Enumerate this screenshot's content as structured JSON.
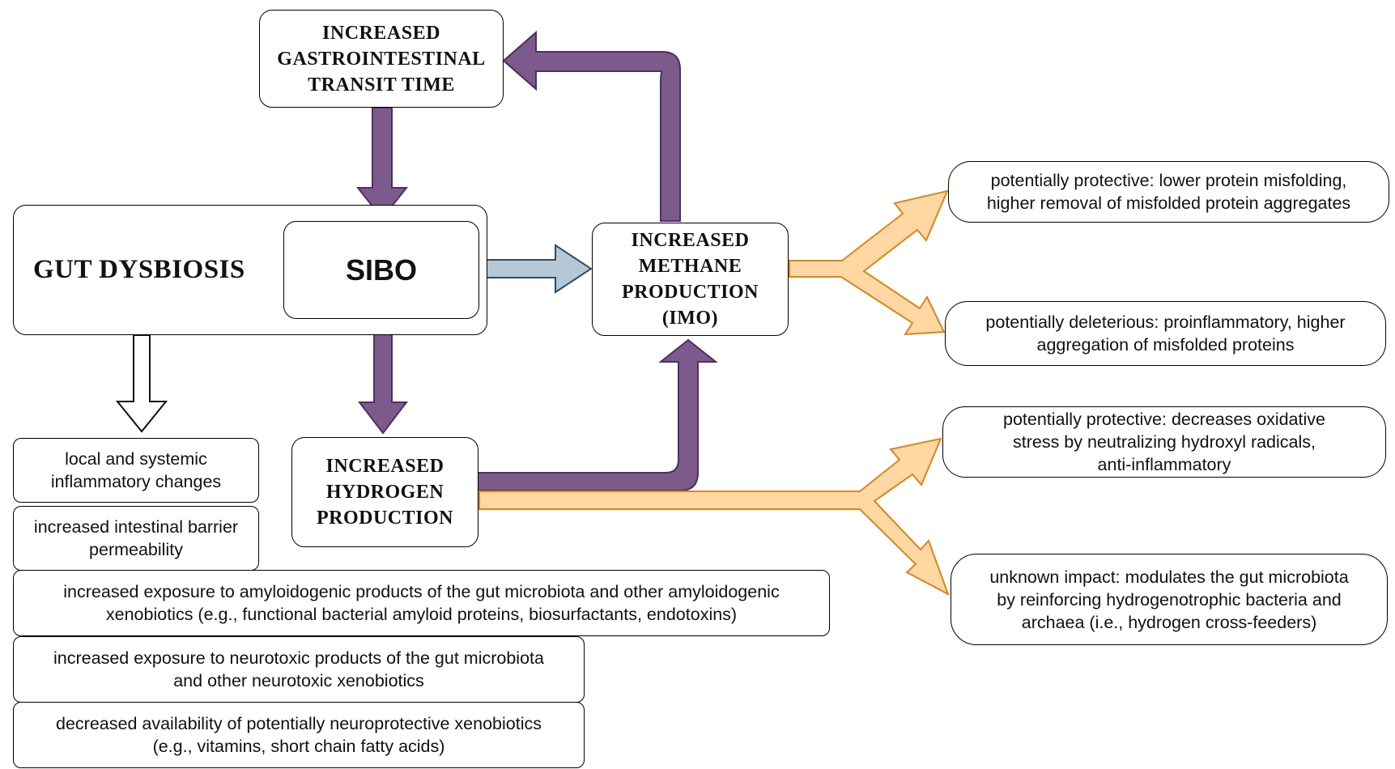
{
  "colors": {
    "purple_fill": "#7d5a8c",
    "purple_stroke": "#4d2f63",
    "orange_fill": "#ffd7a3",
    "orange_stroke": "#d9861c",
    "blue_fill": "#b4c8d6",
    "blue_stroke": "#2f4c62",
    "box_border": "#000000"
  },
  "nodes": {
    "transit_time": [
      "INCREASED",
      "GASTROINTESTINAL",
      "TRANSIT TIME"
    ],
    "gut_dysbiosis": "GUT DYSBIOSIS",
    "sibo": "SIBO",
    "methane": [
      "INCREASED",
      "METHANE",
      "PRODUCTION",
      "(IMO)"
    ],
    "hydrogen": [
      "INCREASED",
      "HYDROGEN",
      "PRODUCTION"
    ]
  },
  "dysbiosis_effects": [
    [
      "local and systemic",
      "inflammatory changes"
    ],
    [
      "increased intestinal barrier",
      "permeability"
    ],
    [
      "increased exposure to amyloidogenic products of the gut microbiota and other amyloidogenic",
      "xenobiotics (e.g., functional bacterial amyloid proteins, biosurfactants, endotoxins)"
    ],
    [
      "increased exposure to neurotoxic products of the gut microbiota",
      "and other neurotoxic xenobiotics"
    ],
    [
      "decreased availability of potentially neuroprotective xenobiotics",
      "(e.g., vitamins, short chain fatty acids)"
    ]
  ],
  "methane_outcomes": [
    [
      "potentially protective: lower protein misfolding,",
      "higher removal of misfolded protein aggregates"
    ],
    [
      "potentially deleterious: proinflammatory, higher",
      "aggregation of misfolded proteins"
    ]
  ],
  "hydrogen_outcomes": [
    [
      "potentially protective: decreases oxidative",
      "stress by neutralizing hydroxyl radicals,",
      "anti-inflammatory"
    ],
    [
      "unknown impact: modulates the gut microbiota",
      "by reinforcing hydrogenotrophic bacteria and",
      "archaea (i.e., hydrogen cross-feeders)"
    ]
  ]
}
